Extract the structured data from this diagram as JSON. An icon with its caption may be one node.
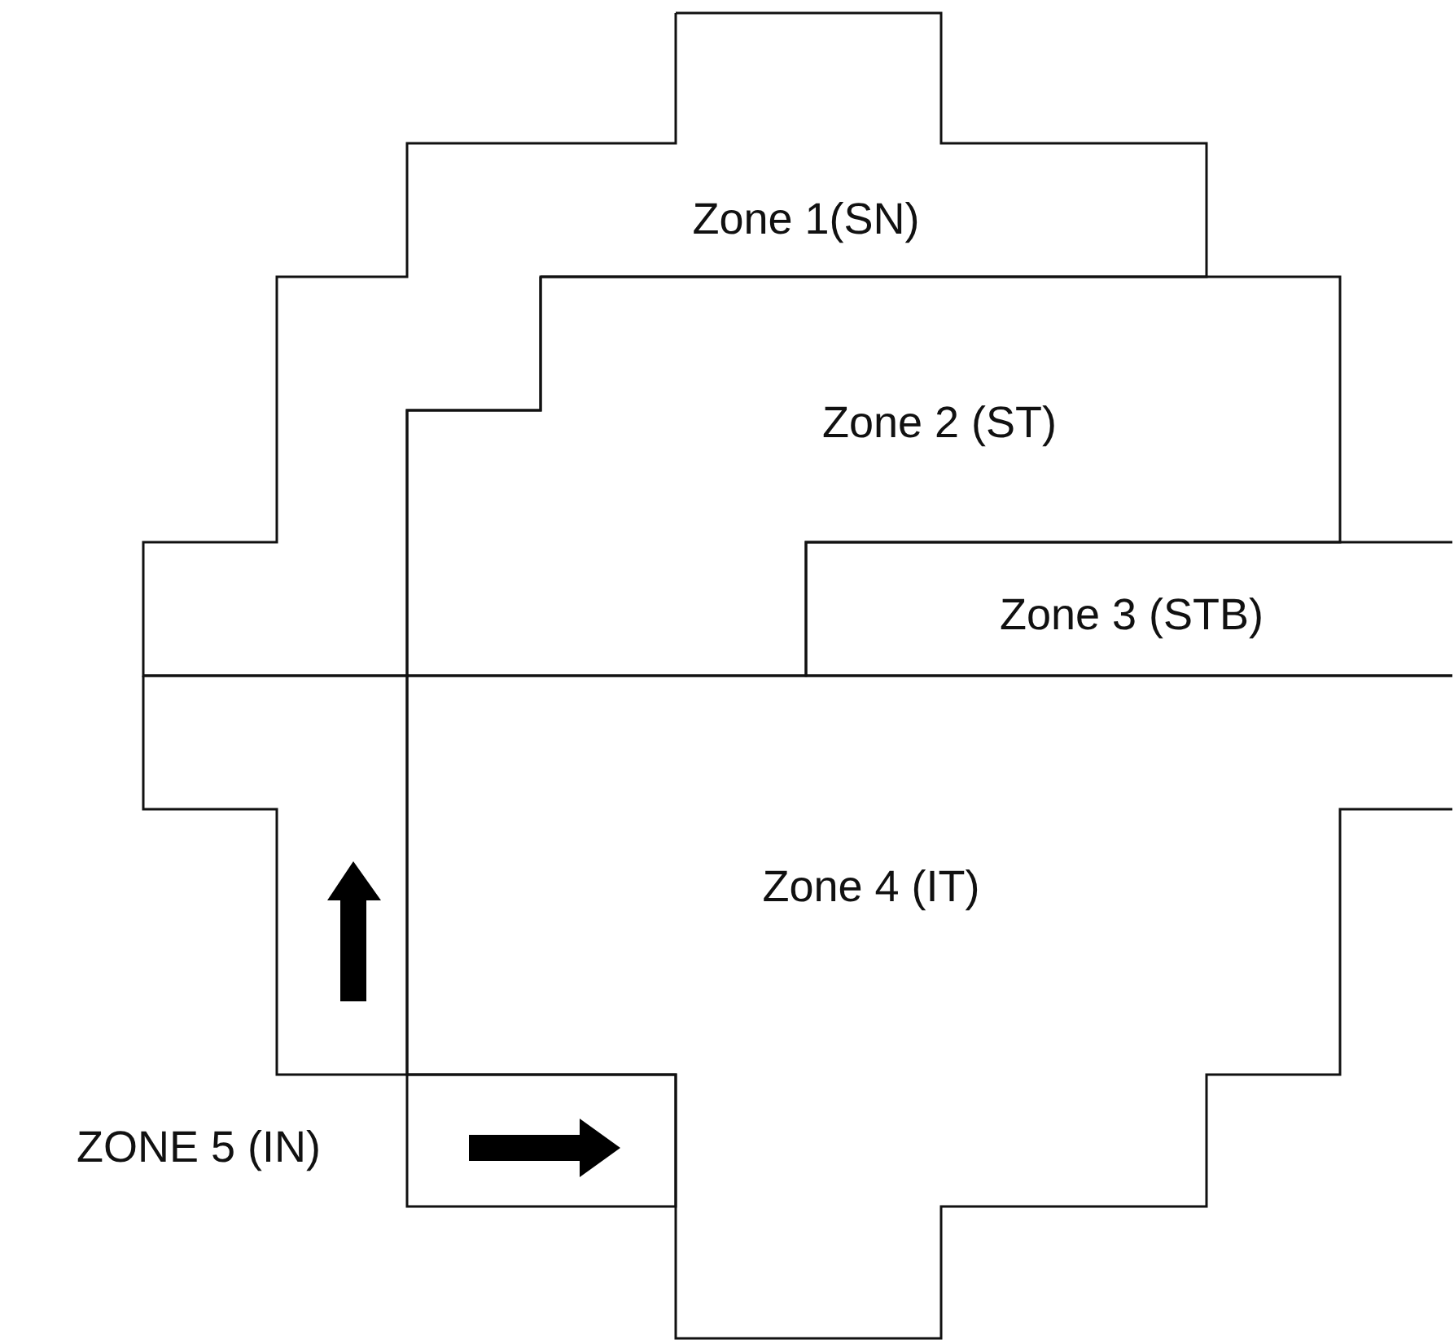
{
  "diagram": {
    "nodes": [
      {
        "text": [
          "Zone 1(SN)"
        ]
      },
      {
        "text": [
          "Zone 2 (ST)"
        ]
      },
      {
        "text": [
          "Zone 3 (STB)"
        ]
      },
      {
        "text": [
          "Zone 4 (IT)"
        ]
      },
      {
        "text": [
          "ZONE 5 (IN)"
        ]
      }
    ]
  }
}
